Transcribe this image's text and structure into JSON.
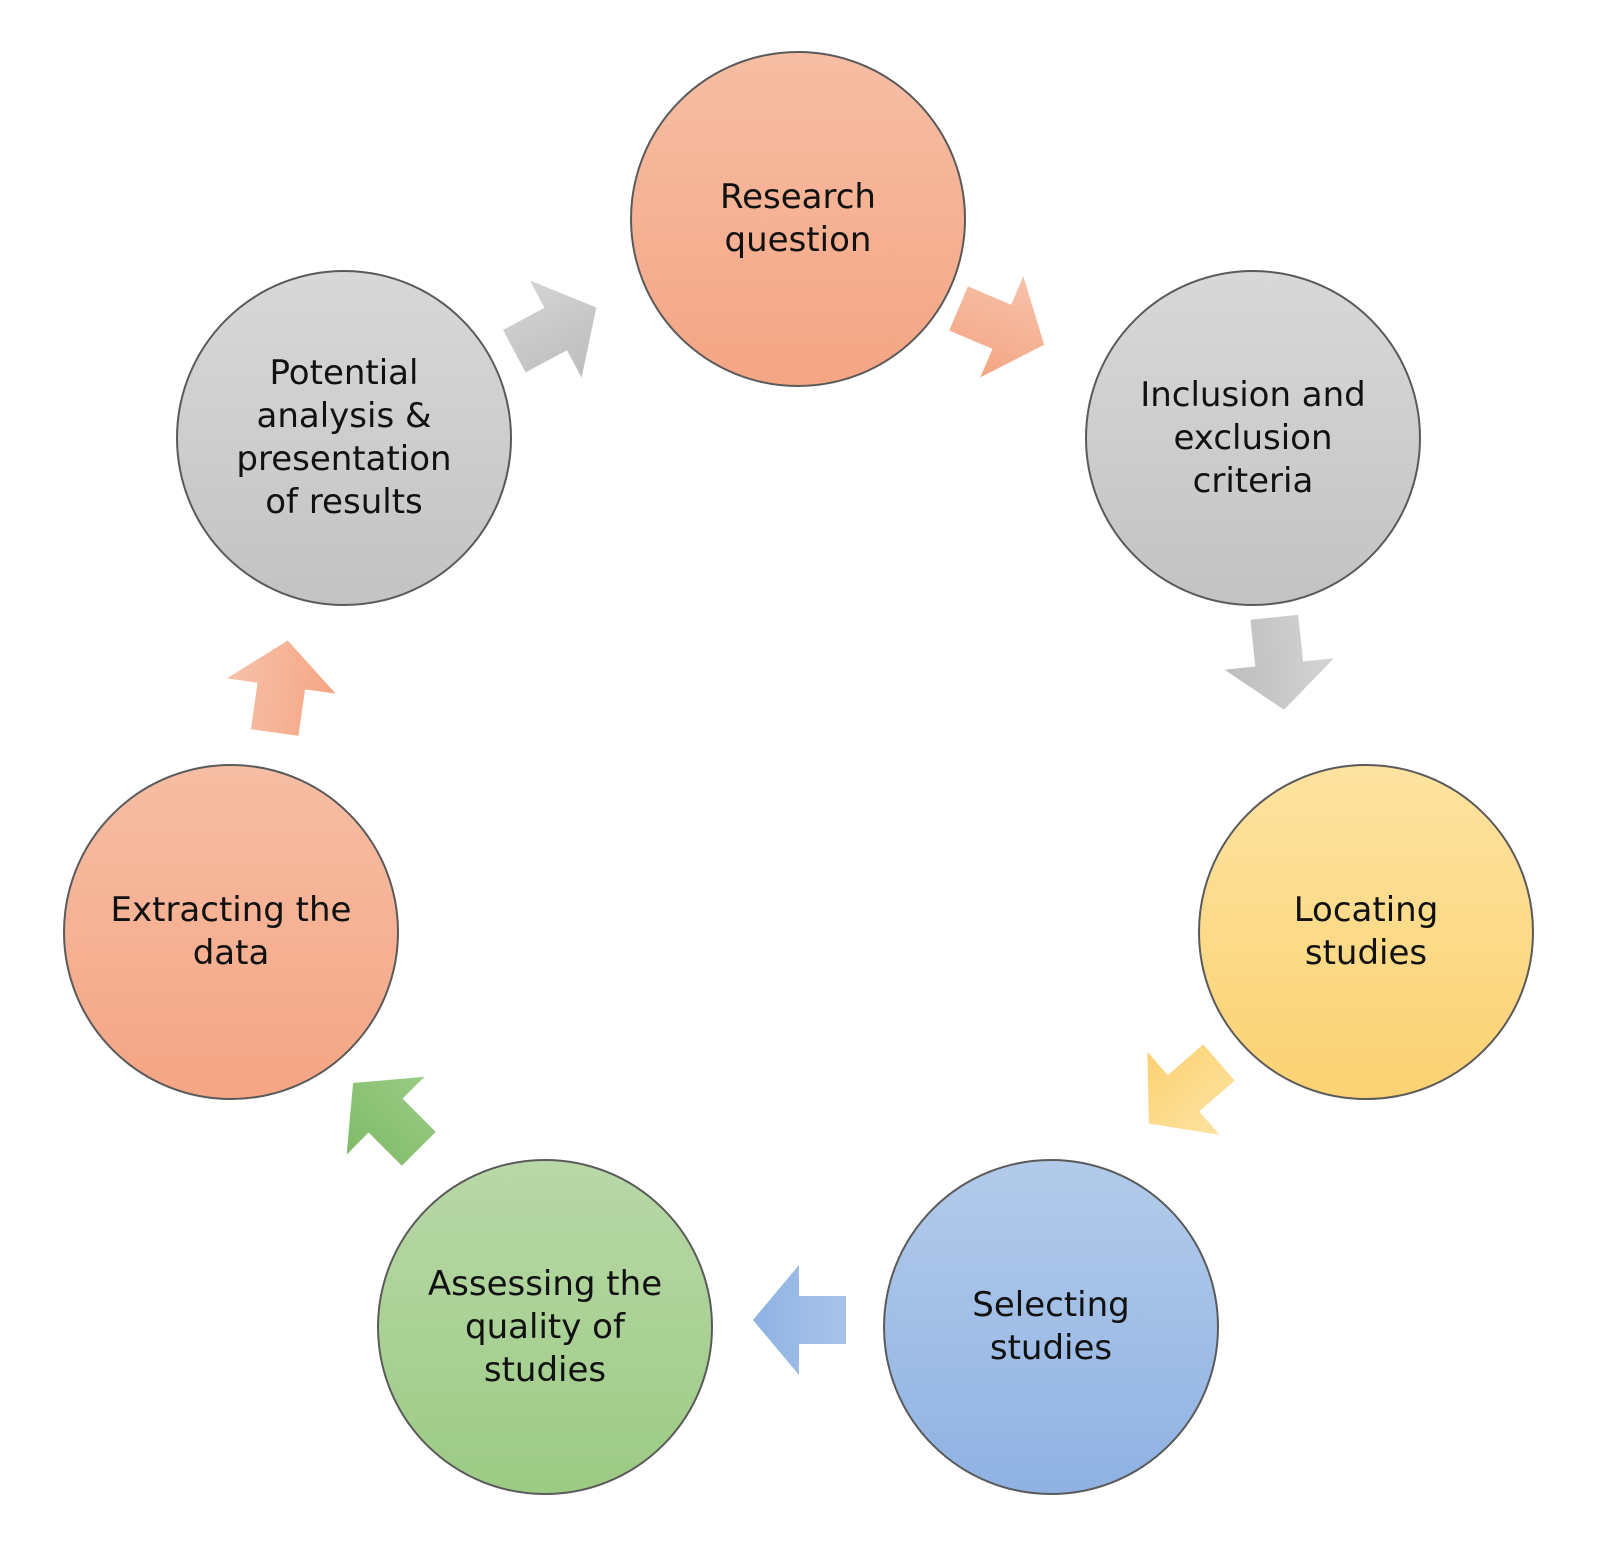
{
  "nodes": [
    {
      "label": "Research\nquestion",
      "color": "#f4a584"
    },
    {
      "label": "Inclusion and\nexclusion\ncriteria",
      "color": "#c8c8c8"
    },
    {
      "label": "Locating\nstudies",
      "color": "#fbd273"
    },
    {
      "label": "Selecting\nstudies",
      "color": "#8fb2e3"
    },
    {
      "label": "Assessing the\nquality of\nstudies",
      "color": "#9ccb84"
    },
    {
      "label": "Extracting the\ndata",
      "color": "#f4a584"
    },
    {
      "label": "Potential\nanalysis &\npresentation\nof results",
      "color": "#c8c8c8"
    }
  ],
  "arrows": [
    {
      "from": "Research question",
      "to": "Inclusion and exclusion criteria",
      "color": "#f4a584"
    },
    {
      "from": "Inclusion and exclusion criteria",
      "to": "Locating studies",
      "color": "#c0c0c0"
    },
    {
      "from": "Locating studies",
      "to": "Selecting studies",
      "color": "#fbd273"
    },
    {
      "from": "Selecting studies",
      "to": "Assessing the quality of studies",
      "color": "#8fb2e3"
    },
    {
      "from": "Assessing the quality of studies",
      "to": "Extracting the data",
      "color": "#8ec378"
    },
    {
      "from": "Extracting the data",
      "to": "Potential analysis & presentation of results",
      "color": "#f4a584"
    },
    {
      "from": "Potential analysis & presentation of results",
      "to": "Research question",
      "color": "#c0c0c0"
    }
  ]
}
